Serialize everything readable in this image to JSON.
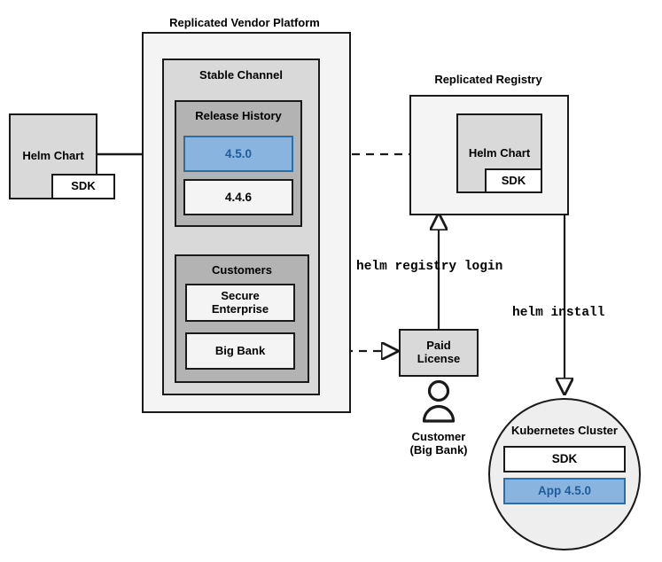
{
  "diagram": {
    "title_labels": {
      "vendor_platform": "Replicated Vendor Platform",
      "registry": "Replicated Registry"
    },
    "source": {
      "helm_chart": "Helm Chart",
      "sdk": "SDK"
    },
    "vendor_platform": {
      "channel_label": "Stable Channel",
      "release_history": {
        "label": "Release History",
        "releases": [
          {
            "version": "4.5.0",
            "highlighted": true
          },
          {
            "version": "4.4.6",
            "highlighted": false
          }
        ]
      },
      "customers": {
        "label": "Customers",
        "items": [
          {
            "name": "Secure\nEnterprise",
            "line1": "Secure",
            "line2": "Enterprise"
          },
          {
            "name": "Big Bank",
            "line1": "Big Bank",
            "line2": ""
          }
        ]
      }
    },
    "registry": {
      "helm_chart": "Helm Chart",
      "sdk": "SDK"
    },
    "license": {
      "line1": "Paid",
      "line2": "License"
    },
    "customer_actor": {
      "line1": "Customer",
      "line2": "(Big Bank)",
      "icon": "person-icon"
    },
    "cluster": {
      "label": "Kubernetes Cluster",
      "components": [
        {
          "name": "SDK",
          "highlighted": false
        },
        {
          "name": "App 4.5.0",
          "highlighted": true
        }
      ]
    },
    "commands": {
      "registry_login": "helm registry login",
      "install": "helm install"
    },
    "colors": {
      "highlight_fill": "#8ab4e0",
      "highlight_border": "#2e6da4",
      "highlight_text": "#1f5c99",
      "outer_fill": "#f4f4f4",
      "mid_fill": "#d9d9d9",
      "inner_fill": "#b3b3b3",
      "stroke": "#1a1a1a"
    }
  }
}
